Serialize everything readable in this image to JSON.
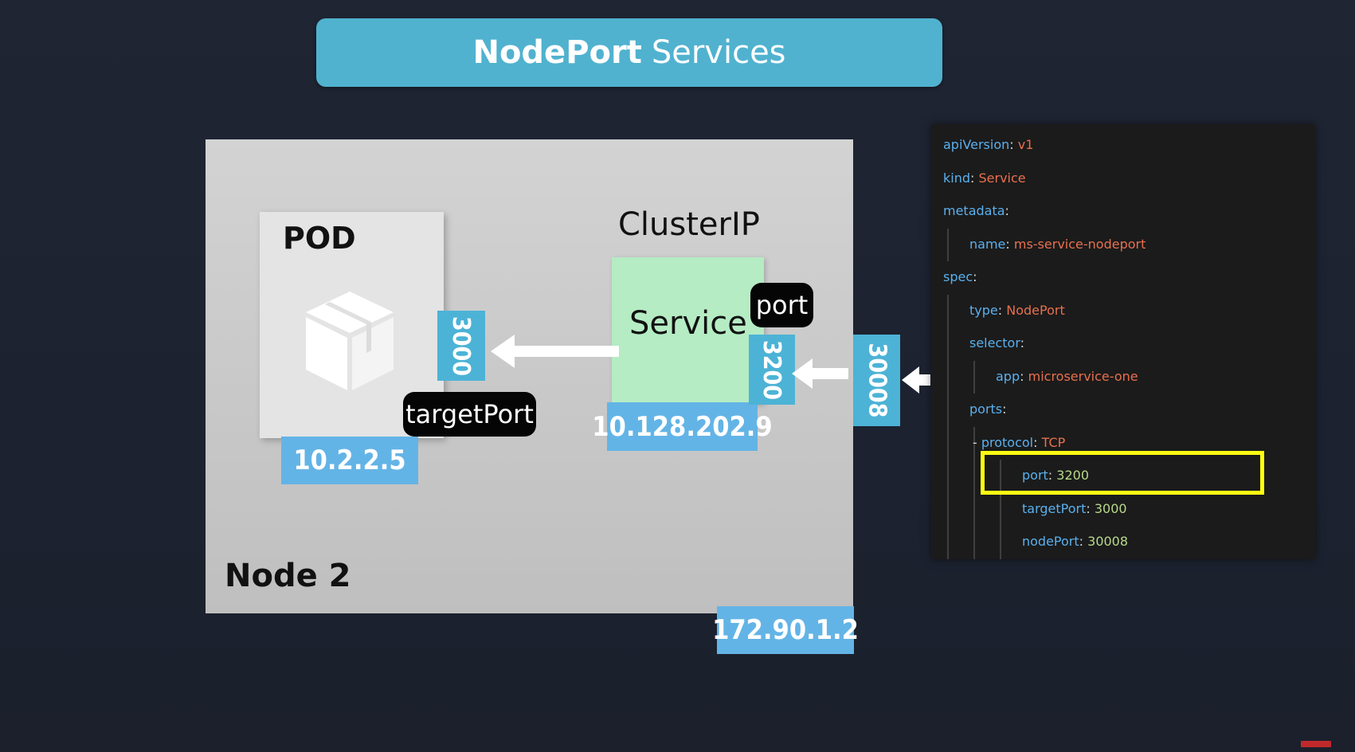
{
  "title": {
    "bold": "NodePort",
    "rest": "Services"
  },
  "node": {
    "label": "Node 2",
    "ip": "172.90.1.2",
    "node_port": "30008"
  },
  "pod": {
    "label": "POD",
    "ip": "10.2.2.5",
    "target_port": "3000",
    "target_port_tag": "targetPort"
  },
  "service": {
    "kind_label": "ClusterIP",
    "label": "Service",
    "ip": "10.128.202.9",
    "port": "3200",
    "port_tag": "port"
  },
  "yaml": [
    {
      "indent": 0,
      "key": "apiVersion",
      "value": "v1",
      "vtype": "s"
    },
    {
      "indent": 0,
      "key": "kind",
      "value": "Service",
      "vtype": "s"
    },
    {
      "indent": 0,
      "key": "metadata",
      "value": "",
      "vtype": "s"
    },
    {
      "indent": 1,
      "key": "name",
      "value": "ms-service-nodeport",
      "vtype": "s"
    },
    {
      "indent": 0,
      "key": "spec",
      "value": "",
      "vtype": "s"
    },
    {
      "indent": 1,
      "key": "type",
      "value": "NodePort",
      "vtype": "s"
    },
    {
      "indent": 1,
      "key": "selector",
      "value": "",
      "vtype": "s"
    },
    {
      "indent": 2,
      "key": "app",
      "value": "microservice-one",
      "vtype": "s"
    },
    {
      "indent": 1,
      "key": "ports",
      "value": "",
      "vtype": "s"
    },
    {
      "indent": 2,
      "dash": "- ",
      "key": "protocol",
      "value": "TCP",
      "vtype": "s"
    },
    {
      "indent": 3,
      "key": "port",
      "value": "3200",
      "vtype": "n"
    },
    {
      "indent": 3,
      "key": "targetPort",
      "value": "3000",
      "vtype": "n"
    },
    {
      "indent": 3,
      "key": "nodePort",
      "value": "30008",
      "vtype": "n"
    }
  ],
  "colors": {
    "title_banner": "#50b2cf",
    "ip_badge": "#63b4e6",
    "port_badge": "#4cb3d6",
    "service_box": "#b5ecc4",
    "yaml_key": "#5ab0ee",
    "yaml_string": "#e8704e",
    "yaml_number": "#b8d98a",
    "highlight": "#ffff13"
  }
}
